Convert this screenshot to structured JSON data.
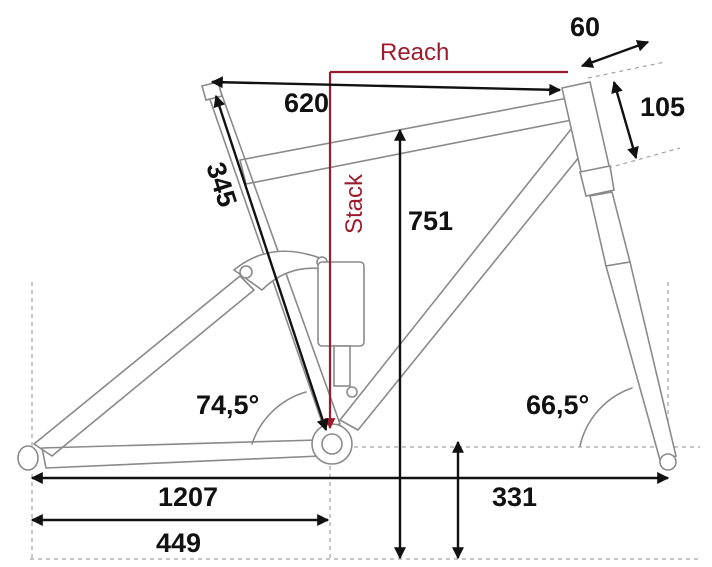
{
  "labels": {
    "reach": "Reach",
    "stack": "Stack",
    "top_reach": "620",
    "stem_length": "60",
    "head_tube": "105",
    "seat_tube": "345",
    "stack_value": "751",
    "seat_angle": "74,5°",
    "head_angle": "66,5°",
    "wheelbase": "1207",
    "front_center": "331",
    "chainstay": "449"
  },
  "colors": {
    "frame": "#8a8a8a",
    "dimension": "#111111",
    "highlight": "#9b1c2e"
  }
}
